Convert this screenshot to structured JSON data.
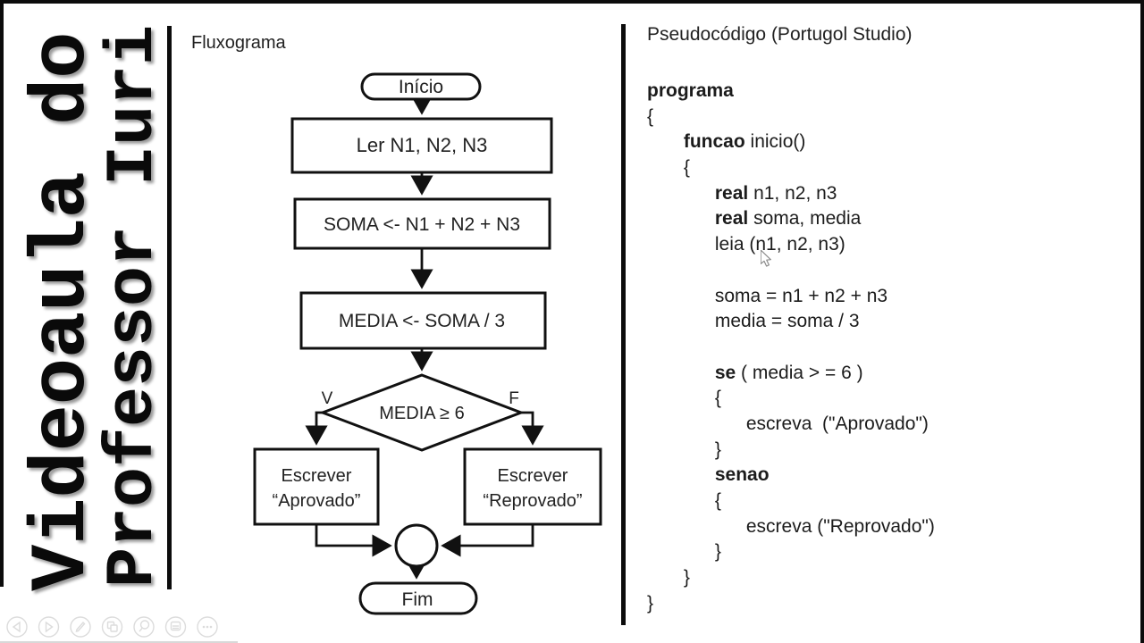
{
  "branding": {
    "line1": "Videoaula do",
    "line2": "Professor Iuri"
  },
  "flowchart": {
    "title": "Fluxograma",
    "start_label": "Início",
    "step_read": "Ler N1, N2, N3",
    "step_sum": "SOMA <- N1 + N2 + N3",
    "step_avg": "MEDIA <- SOMA / 3",
    "decision": "MEDIA ≥ 6",
    "true_label": "V",
    "false_label": "F",
    "branch_true_line1": "Escrever",
    "branch_true_line2": "“Aprovado”",
    "branch_false_line1": "Escrever",
    "branch_false_line2": "“Reprovado”",
    "end_label": "Fim"
  },
  "pseudocode": {
    "title": "Pseudocódigo (Portugol Studio)",
    "lines": [
      {
        "pre": "",
        "b": "programa",
        "t": ""
      },
      {
        "pre": "",
        "b": "",
        "t": "{"
      },
      {
        "pre": "       ",
        "b": "funcao",
        "t": " inicio()"
      },
      {
        "pre": "       ",
        "b": "",
        "t": "{"
      },
      {
        "pre": "             ",
        "b": "real",
        "t": " n1, n2, n3"
      },
      {
        "pre": "             ",
        "b": "real",
        "t": " soma, media"
      },
      {
        "pre": "             ",
        "b": "",
        "t": "leia (n1, n2, n3)"
      },
      {
        "pre": "",
        "b": "",
        "t": ""
      },
      {
        "pre": "             ",
        "b": "",
        "t": "soma = n1 + n2 + n3"
      },
      {
        "pre": "             ",
        "b": "",
        "t": "media = soma / 3"
      },
      {
        "pre": "",
        "b": "",
        "t": ""
      },
      {
        "pre": "             ",
        "b": "se",
        "t": " ( media > = 6 )"
      },
      {
        "pre": "             ",
        "b": "",
        "t": "{"
      },
      {
        "pre": "                   ",
        "b": "",
        "t": "escreva  (\"Aprovado\")"
      },
      {
        "pre": "             ",
        "b": "",
        "t": "}"
      },
      {
        "pre": "             ",
        "b": "senao",
        "t": ""
      },
      {
        "pre": "             ",
        "b": "",
        "t": "{"
      },
      {
        "pre": "                   ",
        "b": "",
        "t": "escreva (\"Reprovado\")"
      },
      {
        "pre": "             ",
        "b": "",
        "t": "}"
      },
      {
        "pre": "       ",
        "b": "",
        "t": "}"
      },
      {
        "pre": "",
        "b": "",
        "t": "}"
      }
    ]
  },
  "toolbar": {
    "icons": [
      "previous-slide",
      "next-slide",
      "pen-tool",
      "see-all-slides",
      "zoom-slide",
      "display-settings",
      "more-options"
    ]
  },
  "colors": {
    "ink": "#111111",
    "toolbar_icon": "#dcdcdc",
    "background": "#ffffff"
  }
}
